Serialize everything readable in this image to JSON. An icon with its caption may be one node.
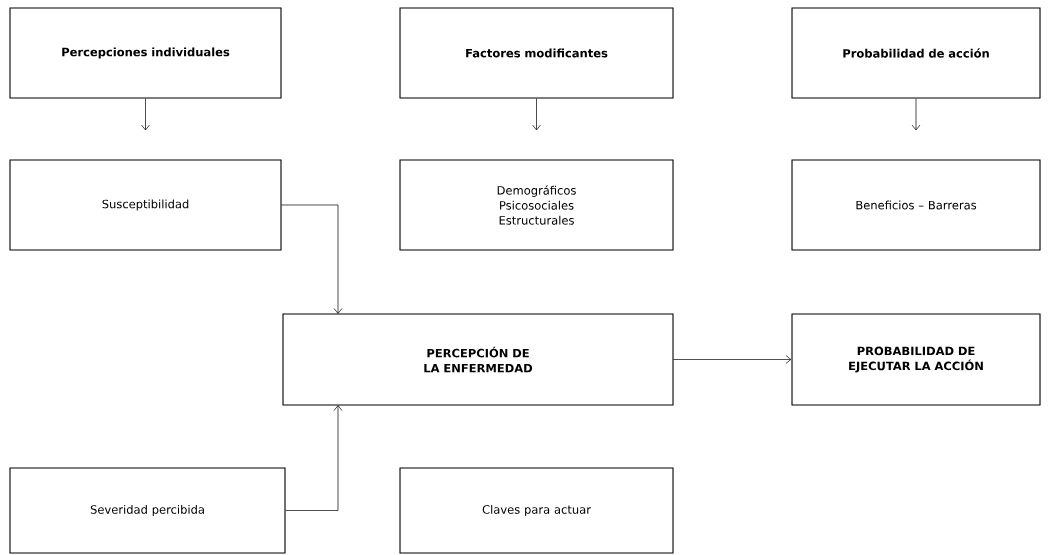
{
  "diagram": {
    "nodes": [
      {
        "text": [
          "Percepciones individuales"
        ]
      },
      {
        "text": [
          "Factores modificantes"
        ]
      },
      {
        "text": [
          "Probabilidad de acción"
        ]
      },
      {
        "text": [
          "Susceptibilidad"
        ]
      },
      {
        "text": [
          "Demográficos",
          "Psicosociales",
          "Estructurales"
        ]
      },
      {
        "text": [
          "Beneficios – Barreras"
        ]
      },
      {
        "text": [
          "PERCEPCIÓN DE LA ENFERMEDAD"
        ]
      },
      {
        "text": [
          "PROBABILIDAD DE EJECUTAR LA ACCIÓN"
        ]
      },
      {
        "text": [
          "Severidad percibida"
        ]
      },
      {
        "text": [
          "Claves para actuar"
        ]
      }
    ],
    "edges": [
      {
        "from": 0,
        "to": null,
        "arrow": "to"
      },
      {
        "from": 1,
        "to": null,
        "arrow": "to"
      },
      {
        "from": 2,
        "to": null,
        "arrow": "to"
      },
      {
        "from": 3,
        "to": 6,
        "arrow": "to"
      },
      {
        "from": 8,
        "to": 6,
        "arrow": "to"
      },
      {
        "from": 6,
        "to": 7,
        "arrow": "to"
      }
    ]
  }
}
